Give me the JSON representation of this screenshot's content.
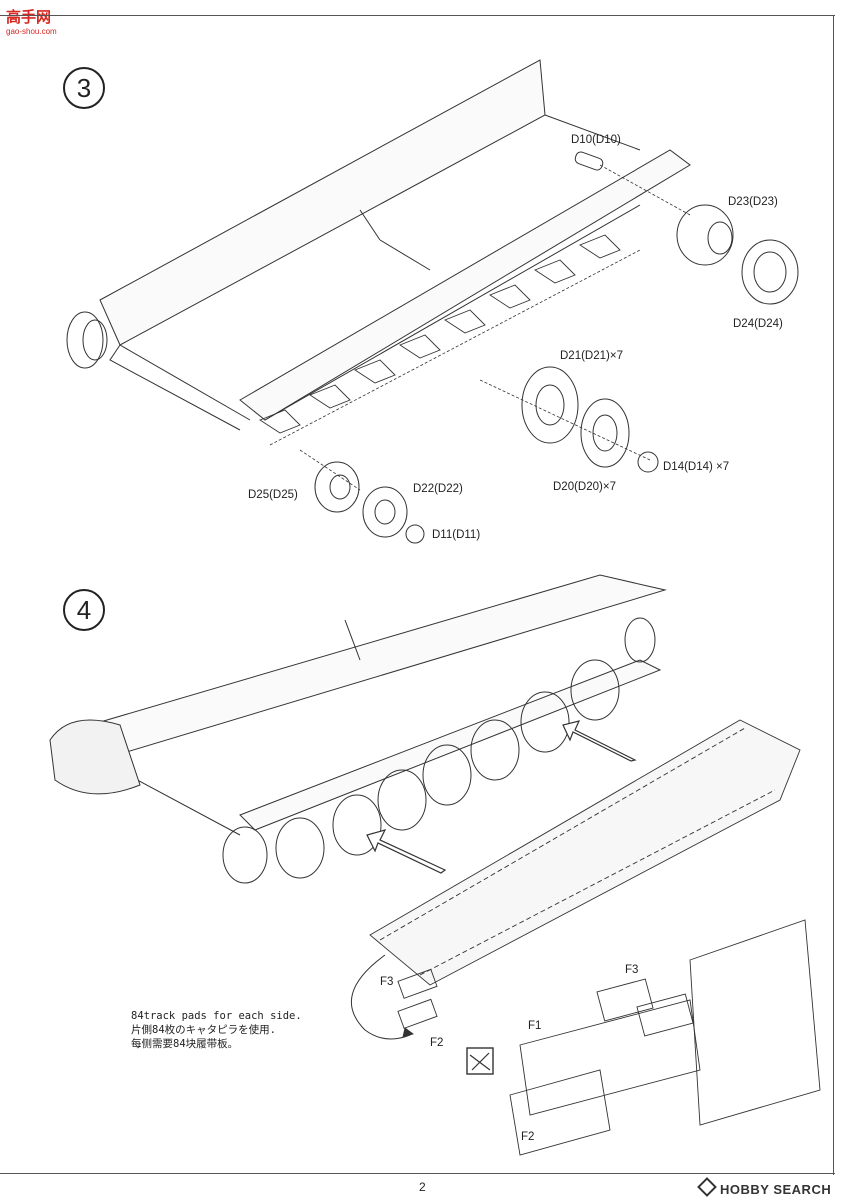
{
  "watermark": {
    "brand": "高手网",
    "url": "gao-shou.com"
  },
  "steps": [
    {
      "number": "3",
      "parts": [
        {
          "id": "d10",
          "label": "D10(D10)"
        },
        {
          "id": "d23",
          "label": "D23(D23)"
        },
        {
          "id": "d24",
          "label": "D24(D24)"
        },
        {
          "id": "d21",
          "label": "D21(D21)×7"
        },
        {
          "id": "d14",
          "label": "D14(D14) ×7"
        },
        {
          "id": "d20",
          "label": "D20(D20)×7"
        },
        {
          "id": "d25",
          "label": "D25(D25)"
        },
        {
          "id": "d22",
          "label": "D22(D22)"
        },
        {
          "id": "d11",
          "label": "D11(D11)"
        }
      ]
    },
    {
      "number": "4",
      "parts": [
        {
          "id": "f3a",
          "label": "F3"
        },
        {
          "id": "f2a",
          "label": "F2"
        },
        {
          "id": "f3b",
          "label": "F3"
        },
        {
          "id": "f1",
          "label": "F1"
        },
        {
          "id": "f2b",
          "label": "F2"
        }
      ],
      "note": [
        "84track pads for each side.",
        "片側84枚のキャタピラを使用.",
        "每侧需要84块履带板。"
      ]
    }
  ],
  "footer": {
    "page": "2",
    "brand": "HOBBY SEARCH"
  }
}
